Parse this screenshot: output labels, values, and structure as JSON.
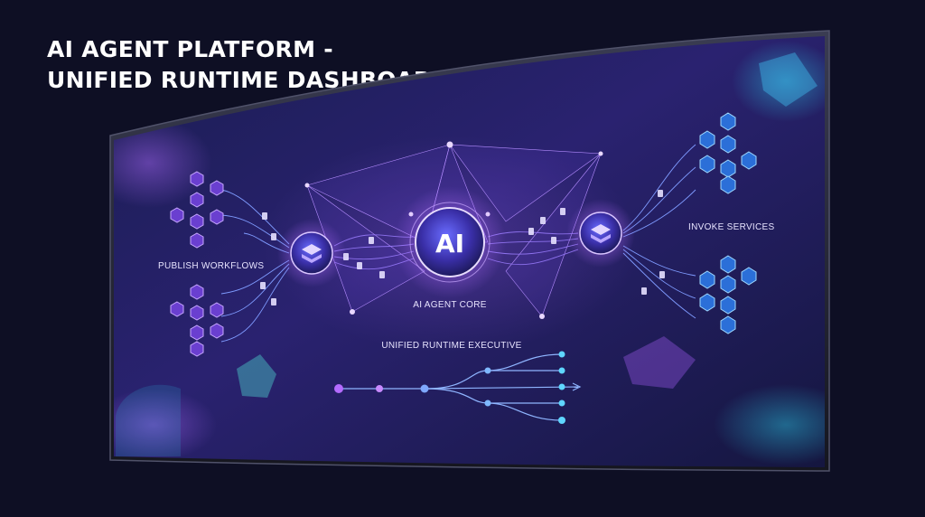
{
  "heading": {
    "line1": "AI AGENT PLATFORM -",
    "line2": "UNIFIED RUNTIME DASHBOARD"
  },
  "screen": {
    "left_label": "PUBLISH WORKFLOWS",
    "right_label": "INVOKE SERVICES",
    "core_label": "AI AGENT CORE",
    "core_text": "AI",
    "bottom_label": "UNIFIED RUNTIME EXECUTIVE"
  },
  "colors": {
    "background": "#0e0f24",
    "screen_base": "#1c1d55",
    "accent_purple": "#a855f7",
    "accent_cyan": "#22d3ee",
    "accent_blue": "#4f7cff",
    "text": "#ffffff"
  }
}
